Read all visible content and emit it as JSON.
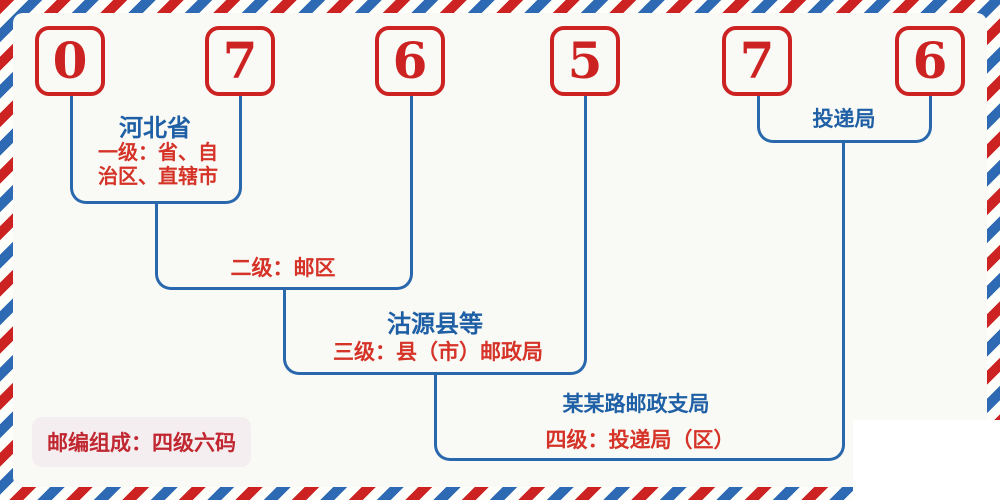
{
  "postal_code": {
    "digits": [
      "0",
      "7",
      "6",
      "5",
      "7",
      "6"
    ]
  },
  "labels": {
    "level1_name": "河北省",
    "level1_desc": "一级：省、自治区、直辖市",
    "level2_desc": "二级：邮区",
    "level3_name": "沽源县等",
    "level3_desc": "三级：县（市）邮政局",
    "level4_name": "某某路邮政支局",
    "level4_desc": "四级：投递局（区）",
    "delivery_office": "投递局",
    "footer_badge": "邮编组成：四级六码"
  },
  "colors": {
    "stripe_red": "#cc2222",
    "stripe_blue": "#2e6ab3",
    "connector_blue": "#2a68ae",
    "digit_red": "#cc2222",
    "heading_blue": "#1e5fa5",
    "desc_red": "#d53228",
    "badge_bg": "#f5eef0",
    "badge_text": "#c02730",
    "background": "#f9faf5"
  }
}
